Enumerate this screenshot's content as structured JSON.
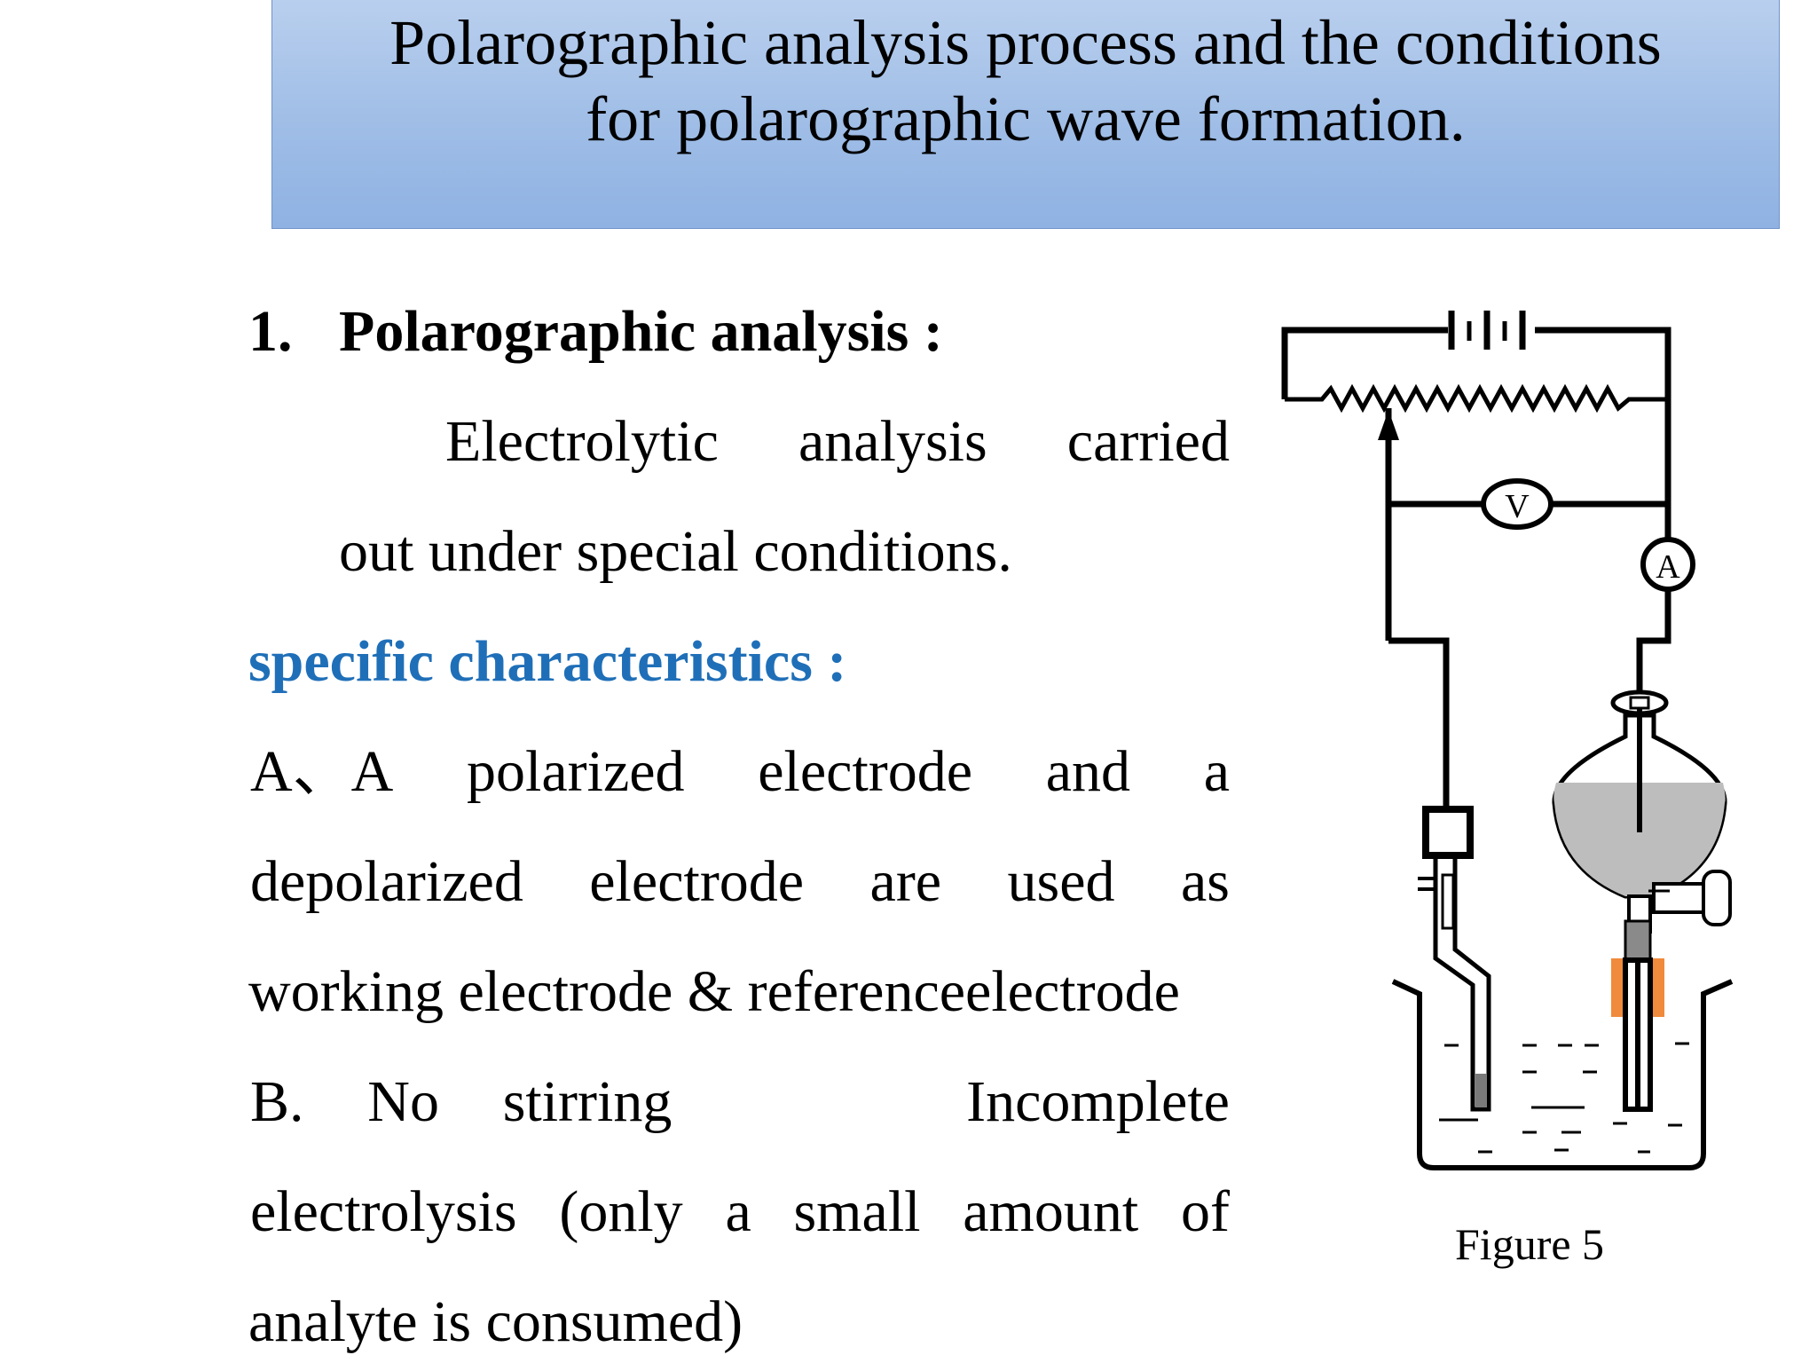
{
  "slide": {
    "title_line1": "Polarographic analysis  process and the conditions",
    "title_line2": "for polarographic wave formation.",
    "section": {
      "number": "1.",
      "heading": "Polarographic analysis :",
      "definition_words": [
        "Electrolytic",
        "analysis",
        "carried"
      ],
      "definition_line2": "out under special conditions."
    },
    "characteristics_heading": "specific characteristics :",
    "item_a_line1": [
      "A、A",
      "polarized",
      "electrode",
      "and",
      "a"
    ],
    "item_a_line2": [
      "depolarized",
      "electrode",
      "are",
      "used",
      "as"
    ],
    "item_a_line3": "working electrode & referenceelectrode",
    "item_b_line1": [
      "B.",
      "No",
      "stirring",
      "Incomplete"
    ],
    "item_b_line2": [
      "electrolysis",
      "(only",
      "a",
      "small",
      "amount",
      "of"
    ],
    "item_b_line3": "analyte is consumed)",
    "figure": {
      "caption": "Figure 5",
      "voltmeter_label": "V",
      "ammeter_label": "A"
    }
  },
  "colors": {
    "title_background": "#9fbde6",
    "accent_blue": "#1f6fb8",
    "liquid_gray": "#bdbdbd",
    "clamp_orange": "#f08a3c"
  }
}
